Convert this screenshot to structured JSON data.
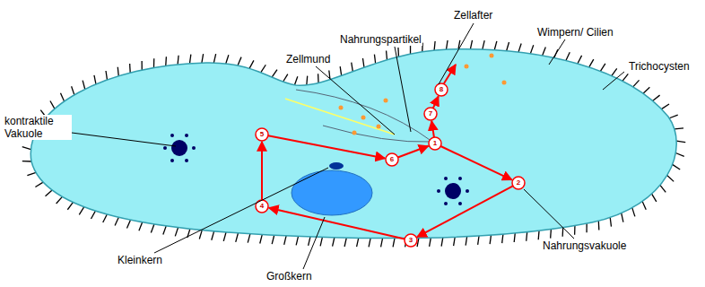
{
  "diagram": {
    "labels": [
      "Zellafter",
      "Nahrungspartikel",
      "Zellmund",
      "Wimpern/ Cilien",
      "Trichocysten",
      "kontraktile Vakuole",
      "Nahrungsvakuole",
      "Kleinkern",
      "Großkern",
      "1",
      "2",
      "3",
      "4",
      "5",
      "6",
      "7",
      "8"
    ]
  }
}
